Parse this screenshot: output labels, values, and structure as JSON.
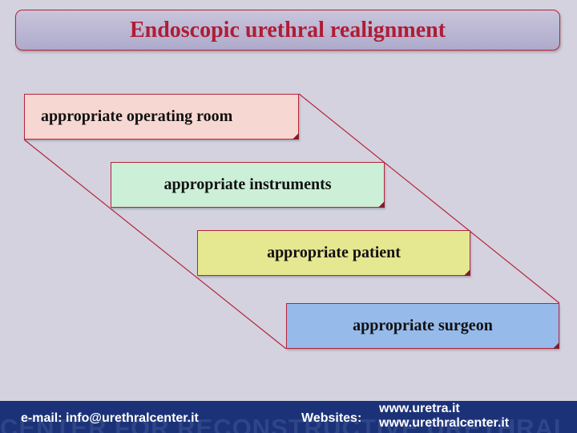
{
  "title": "Endoscopic urethral realignment",
  "steps": [
    {
      "label": "appropriate operating room",
      "color": "#f6d7d1"
    },
    {
      "label": "appropriate instruments",
      "color": "#ccefd7"
    },
    {
      "label": "appropriate patient",
      "color": "#e6e791"
    },
    {
      "label": "appropriate surgeon",
      "color": "#96baea"
    }
  ],
  "footer": {
    "email": "e-mail: info@urethralcenter.it",
    "websites_label": "Websites:",
    "site1": "www.uretra.it",
    "site2": "www.urethralcenter.it",
    "watermark": "CENTER FOR RECONSTRUCTIVE URETHRAL SURGERY"
  }
}
